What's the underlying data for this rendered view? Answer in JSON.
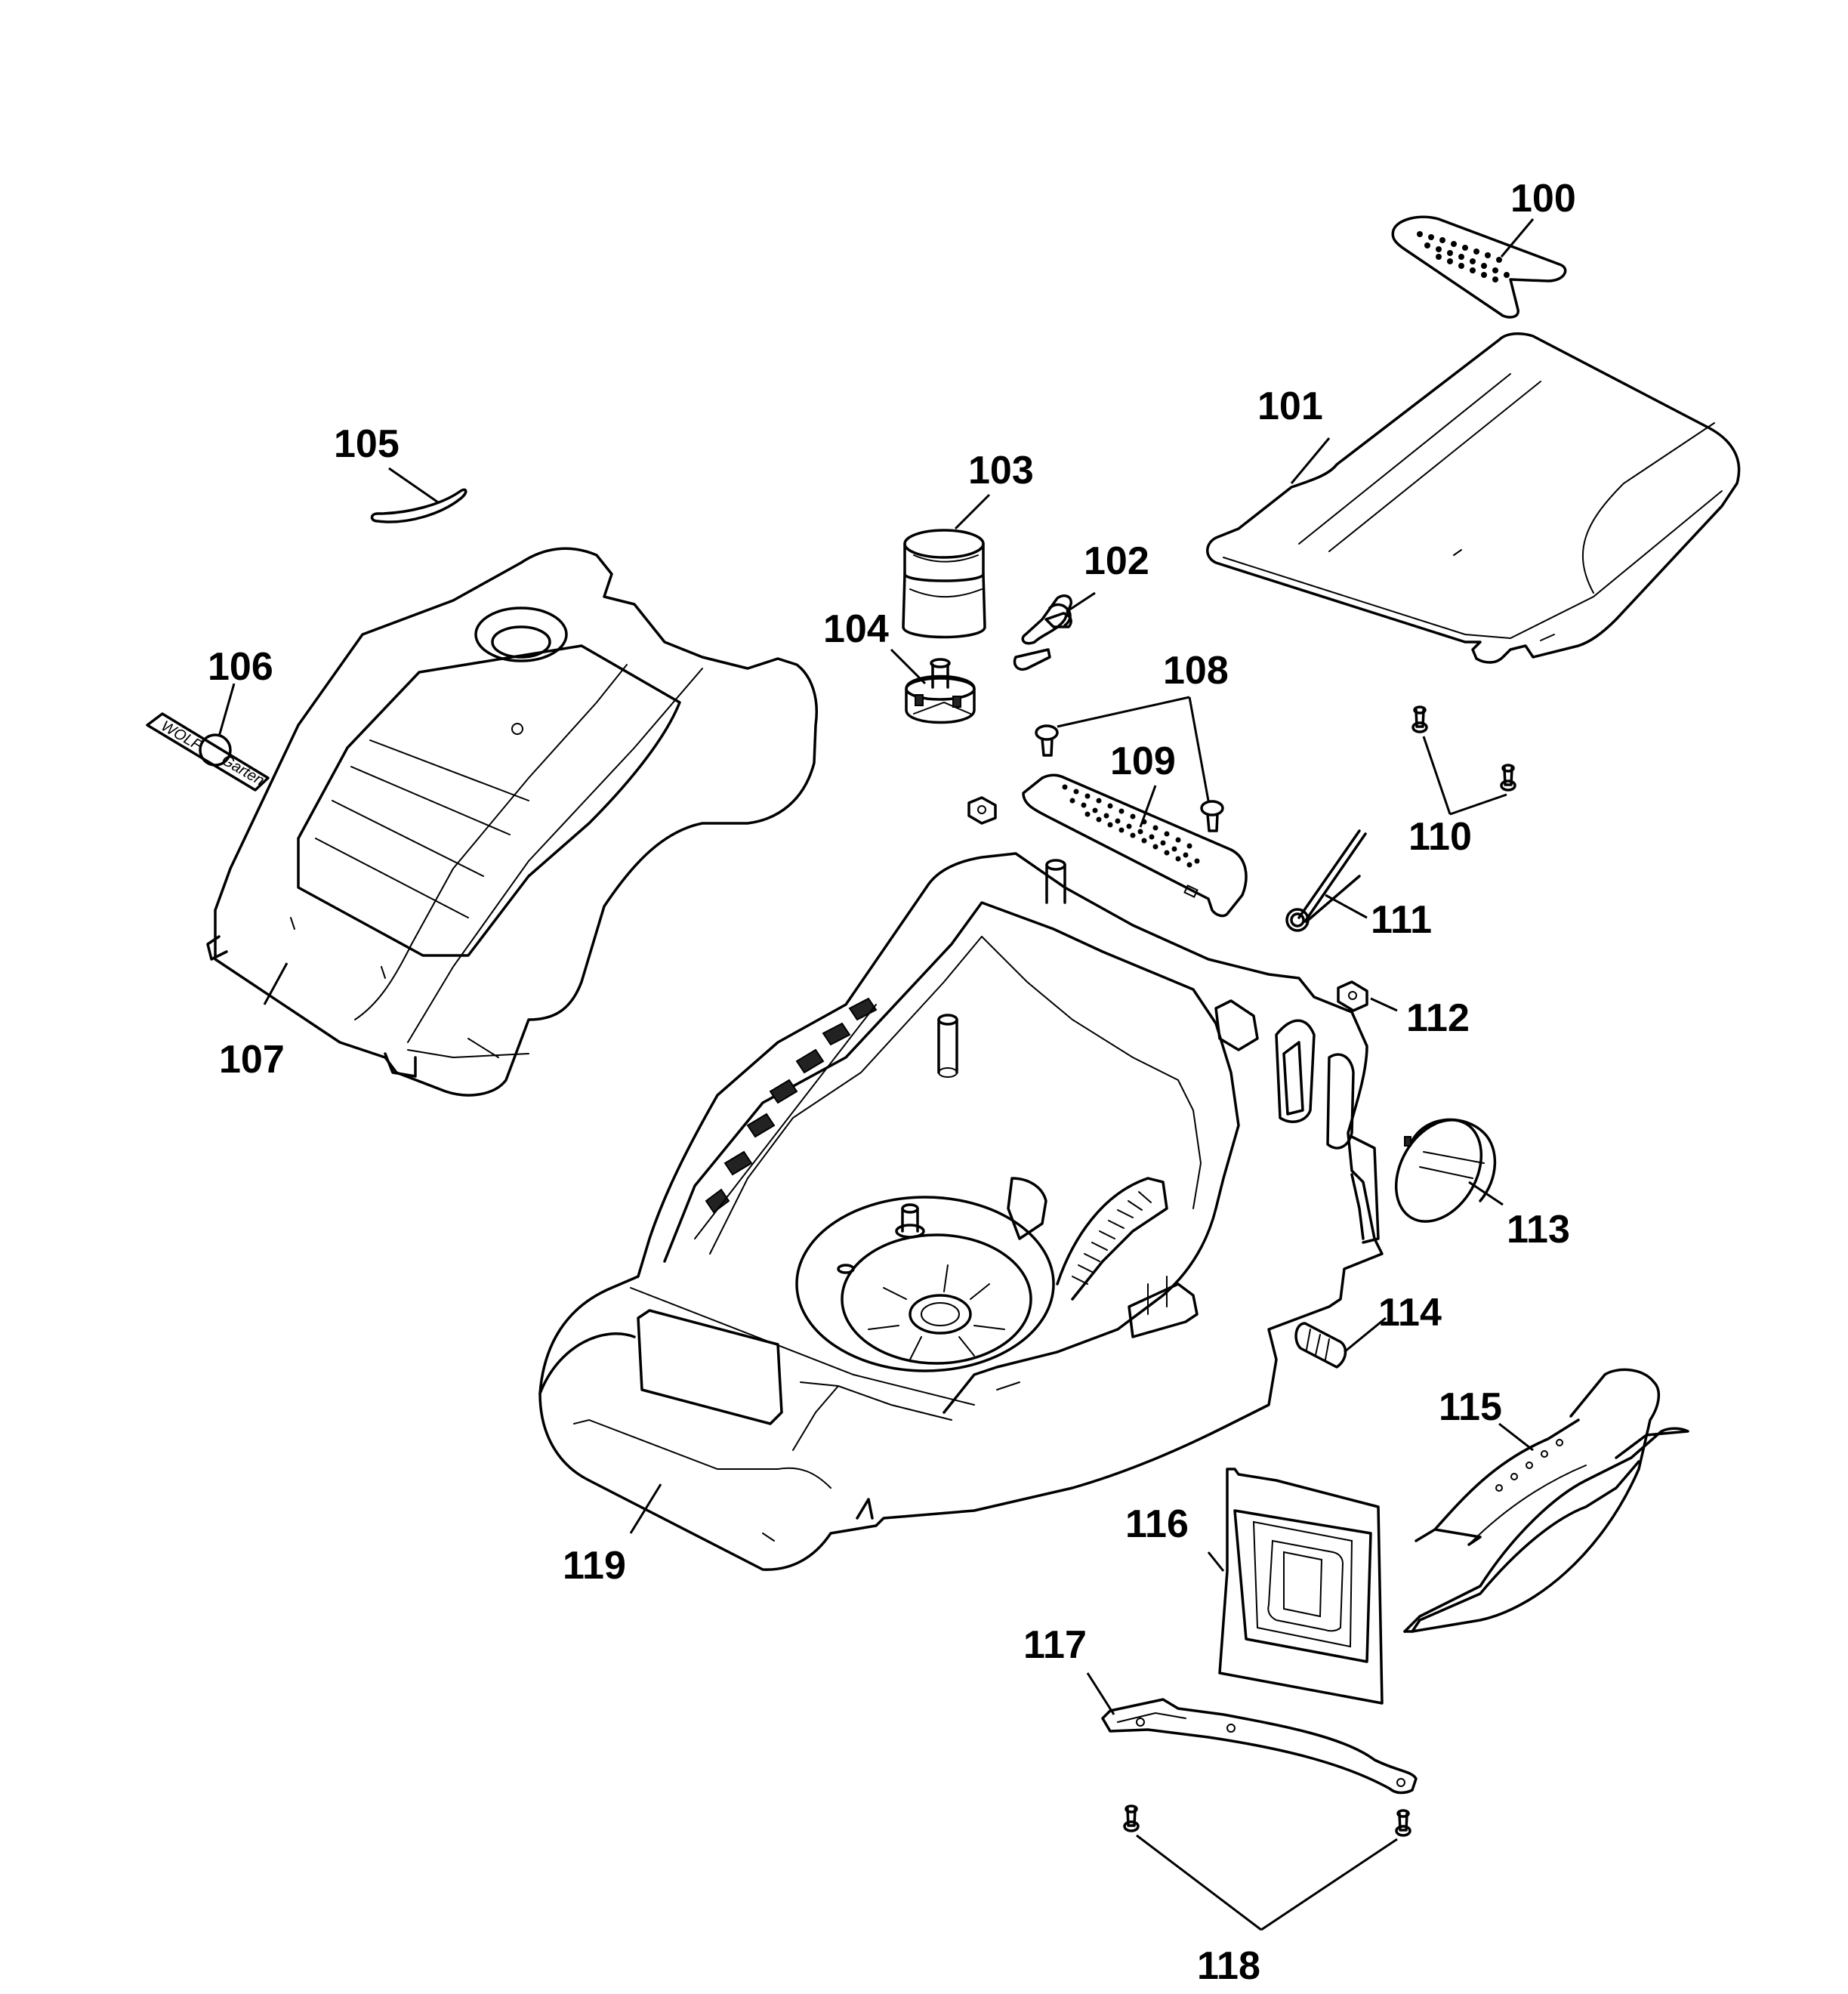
{
  "diagram": {
    "parts": [
      {
        "id": "100",
        "label": "100"
      },
      {
        "id": "101",
        "label": "101"
      },
      {
        "id": "102",
        "label": "102"
      },
      {
        "id": "103",
        "label": "103"
      },
      {
        "id": "104",
        "label": "104"
      },
      {
        "id": "105",
        "label": "105"
      },
      {
        "id": "106",
        "label": "106"
      },
      {
        "id": "107",
        "label": "107"
      },
      {
        "id": "108",
        "label": "108"
      },
      {
        "id": "109",
        "label": "109"
      },
      {
        "id": "110",
        "label": "110"
      },
      {
        "id": "111",
        "label": "111"
      },
      {
        "id": "112",
        "label": "112"
      },
      {
        "id": "113",
        "label": "113"
      },
      {
        "id": "114",
        "label": "114"
      },
      {
        "id": "115",
        "label": "115"
      },
      {
        "id": "116",
        "label": "116"
      },
      {
        "id": "117",
        "label": "117"
      },
      {
        "id": "118",
        "label": "118"
      },
      {
        "id": "119",
        "label": "119"
      }
    ],
    "logo": {
      "left_text": "WOLF",
      "right_text": "Garten"
    },
    "colors": {
      "line": "#000000",
      "background": "#ffffff"
    }
  }
}
